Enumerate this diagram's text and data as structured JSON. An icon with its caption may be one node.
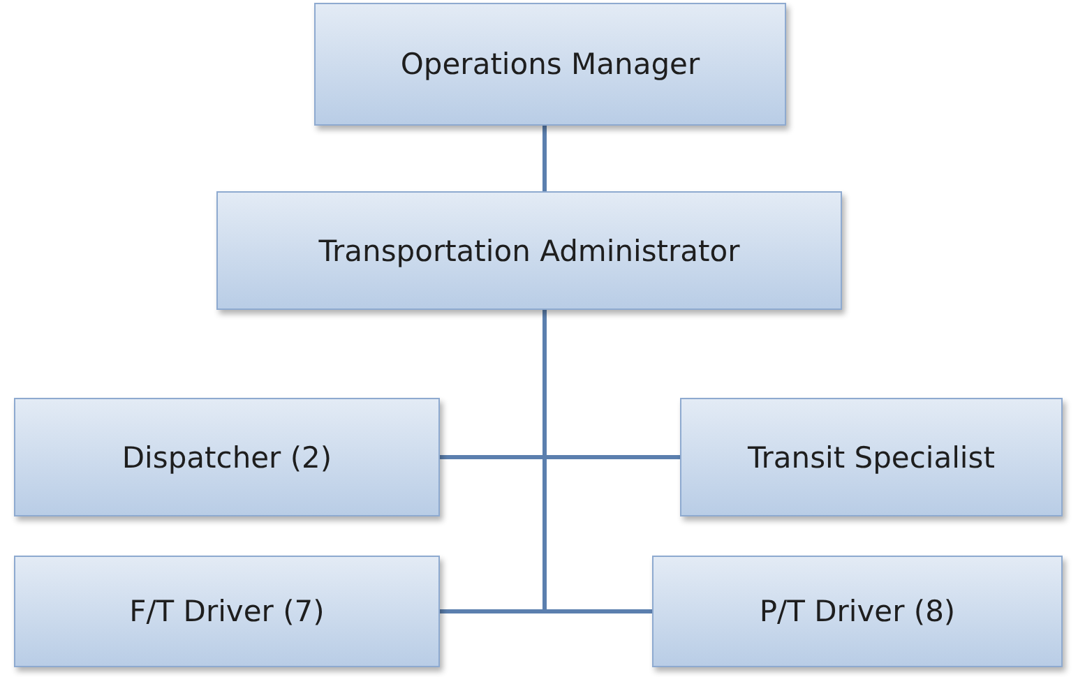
{
  "diagram": {
    "nodes": [
      {
        "text": [
          "Operations Manager"
        ]
      },
      {
        "text": [
          "Transportation Administrator"
        ]
      },
      {
        "text": [
          "Dispatcher (2)"
        ]
      },
      {
        "text": [
          "Transit Specialist"
        ]
      },
      {
        "text": [
          "F/T Driver (7)"
        ]
      },
      {
        "text": [
          "P/T Driver (8)"
        ]
      }
    ],
    "edges": [
      {
        "from": 0,
        "to": 1,
        "arrow": "none"
      },
      {
        "from": 1,
        "to": 2,
        "arrow": "none"
      },
      {
        "from": 1,
        "to": 3,
        "arrow": "none"
      },
      {
        "from": 1,
        "to": 4,
        "arrow": "none"
      },
      {
        "from": 1,
        "to": 5,
        "arrow": "none"
      }
    ]
  }
}
